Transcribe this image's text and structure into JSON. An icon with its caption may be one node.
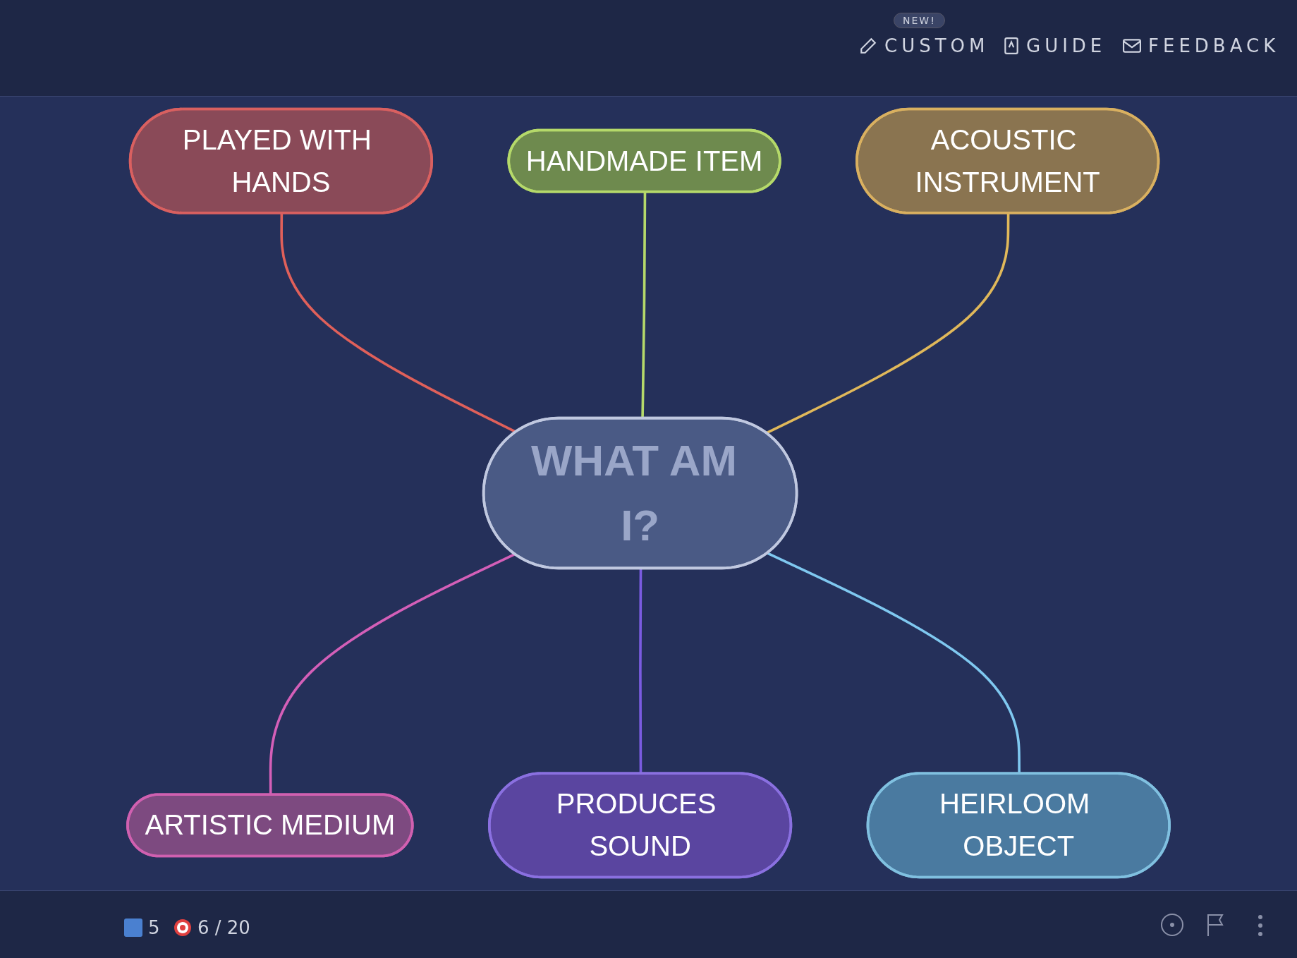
{
  "diagram": {
    "nodes": [
      {
        "text": [
          "PLAYED WITH HANDS"
        ]
      },
      {
        "text": [
          "HANDMADE ITEM"
        ]
      },
      {
        "text": [
          "ACOUSTIC INSTRUMENT"
        ]
      },
      {
        "text": [
          "WHAT AM I?"
        ]
      },
      {
        "text": [
          "ARTISTIC MEDIUM"
        ]
      },
      {
        "text": [
          "PRODUCES SOUND"
        ]
      },
      {
        "text": [
          "HEIRLOOM OBJECT"
        ]
      }
    ],
    "edges": [
      {
        "from": 0,
        "to": 3,
        "arrow": "none",
        "color": "#e0605a"
      },
      {
        "from": 1,
        "to": 3,
        "arrow": "none",
        "color": "#b5d96a"
      },
      {
        "from": 2,
        "to": 3,
        "arrow": "none",
        "color": "#e0b85a"
      },
      {
        "from": 3,
        "to": 4,
        "arrow": "none",
        "color": "#d45fb8"
      },
      {
        "from": 3,
        "to": 5,
        "arrow": "none",
        "color": "#7a5be0"
      },
      {
        "from": 3,
        "to": 6,
        "arrow": "none",
        "color": "#7fc8f0"
      }
    ],
    "labels": [
      "NEW!",
      "CUSTOM",
      "GUIDE",
      "FEEDBACK",
      "5",
      "6 / 20"
    ]
  }
}
